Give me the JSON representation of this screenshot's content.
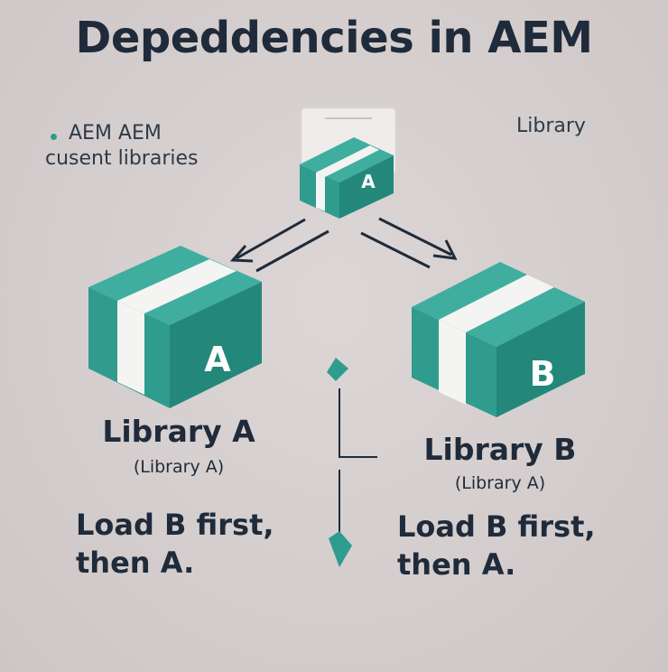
{
  "title": "Depeddencies in AEM",
  "notes": {
    "left_line1": "AEM AEM",
    "left_line2": "cusent libraries",
    "right": "Library"
  },
  "boxes": {
    "small_letter": "A",
    "left_letter": "A",
    "right_letter": "B"
  },
  "library_a": {
    "name": "Library A",
    "sub": "(Library A)",
    "instr_line1": "Load B first,",
    "instr_line2": "then A."
  },
  "library_b": {
    "name": "Library B",
    "sub": "(Library A)",
    "instr_line1": "Load B first,",
    "instr_line2": "then A."
  },
  "colors": {
    "teal_top": "#3fae9f",
    "teal_front": "#2f9c8d",
    "teal_side": "#23887a",
    "ribbon": "#f4f4f2",
    "text": "#1f2b3a"
  }
}
